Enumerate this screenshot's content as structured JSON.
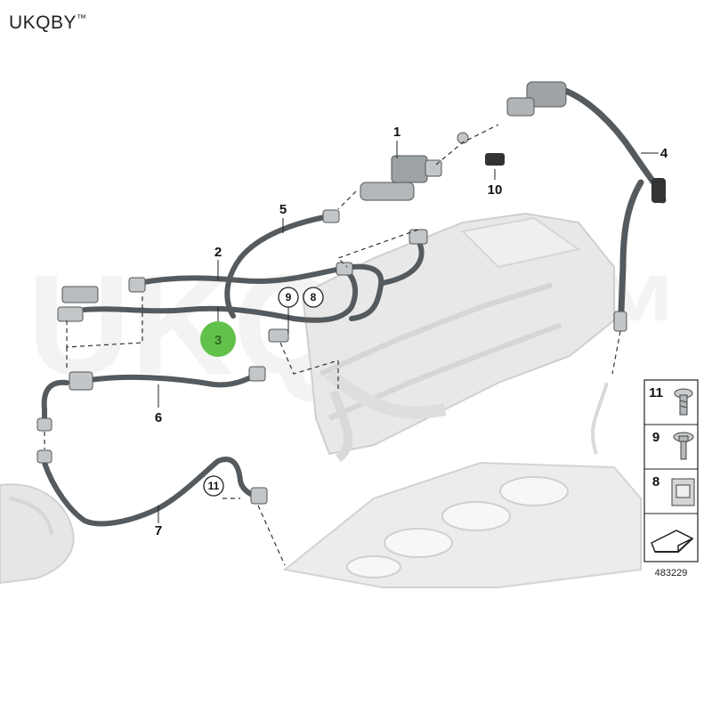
{
  "brand": {
    "name": "UKQBY",
    "mark": "™"
  },
  "watermark": "UKQBY™",
  "callouts": [
    "1",
    "2",
    "3",
    "4",
    "5",
    "6",
    "7",
    "9",
    "8",
    "11",
    "10"
  ],
  "legend": [
    "11",
    "9",
    "8"
  ],
  "diagram_number": "483229",
  "colors": {
    "hose": "#555a5e",
    "engine": "#e6e6e6",
    "highlight": "#62c14a"
  }
}
